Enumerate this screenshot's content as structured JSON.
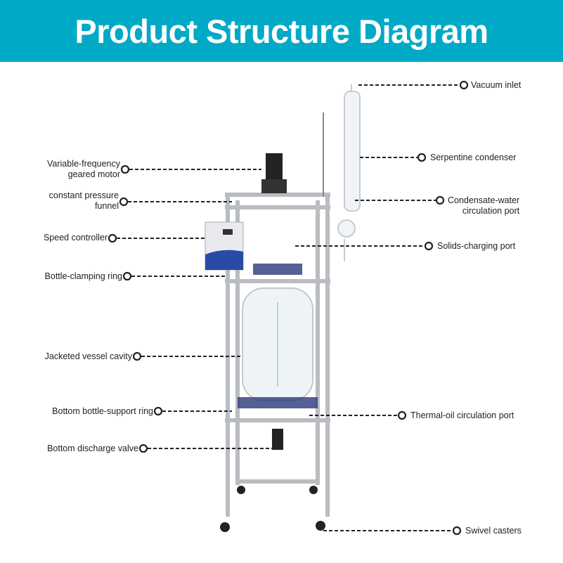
{
  "header": {
    "title": "Product Structure Diagram",
    "bg": "#00aac6"
  },
  "labels_left": [
    {
      "l1": "Variable-frequency",
      "l2": "geared motor"
    },
    {
      "l1": "constant pressure",
      "l2": "funnel"
    },
    {
      "l1": "Speed controller"
    },
    {
      "l1": "Bottle-clamping ring"
    },
    {
      "l1": "Jacketed vessel cavity"
    },
    {
      "l1": "Bottom bottle-support ring"
    },
    {
      "l1": "Bottom discharge valve"
    }
  ],
  "labels_right": [
    {
      "l1": "Vacuum inlet"
    },
    {
      "l1": "Serpentine condenser"
    },
    {
      "l1": "Condensate-water",
      "l2": "circulation port"
    },
    {
      "l1": "Solids-charging port"
    },
    {
      "l1": "Thermal-oil circulation port"
    },
    {
      "l1": "Swivel casters"
    }
  ]
}
